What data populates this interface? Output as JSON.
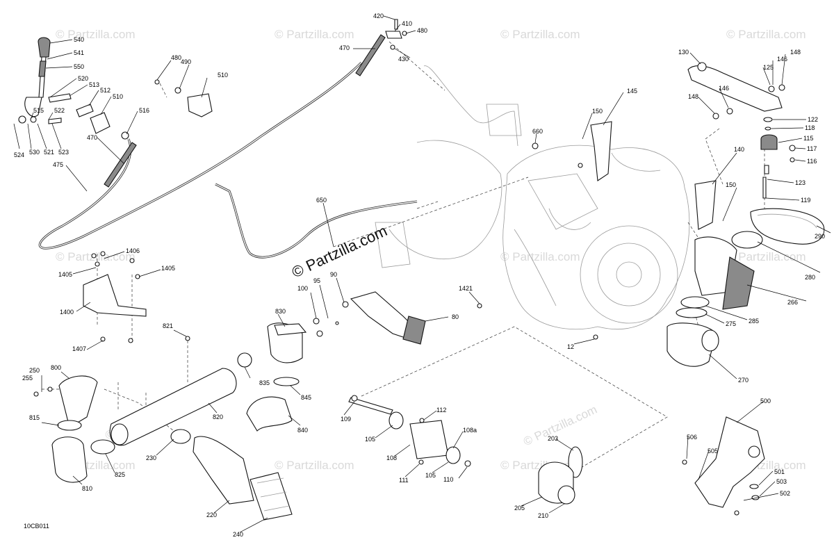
{
  "watermark": {
    "text": "© Partzilla.com",
    "main_text": "© Partzilla.com"
  },
  "diagram_id": "10CB011",
  "callouts": [
    {
      "id": "540",
      "text": "540"
    },
    {
      "id": "541",
      "text": "541"
    },
    {
      "id": "550",
      "text": "550"
    },
    {
      "id": "520",
      "text": "520"
    },
    {
      "id": "513",
      "text": "513"
    },
    {
      "id": "512",
      "text": "512"
    },
    {
      "id": "510a",
      "text": "510"
    },
    {
      "id": "516",
      "text": "516"
    },
    {
      "id": "522",
      "text": "522"
    },
    {
      "id": "515",
      "text": "515"
    },
    {
      "id": "524",
      "text": "524"
    },
    {
      "id": "530",
      "text": "530"
    },
    {
      "id": "521",
      "text": "521"
    },
    {
      "id": "523",
      "text": "523"
    },
    {
      "id": "470a",
      "text": "470"
    },
    {
      "id": "475",
      "text": "475"
    },
    {
      "id": "480a",
      "text": "480"
    },
    {
      "id": "490",
      "text": "490"
    },
    {
      "id": "510b",
      "text": "510"
    },
    {
      "id": "420",
      "text": "420"
    },
    {
      "id": "410",
      "text": "410"
    },
    {
      "id": "480b",
      "text": "480"
    },
    {
      "id": "470b",
      "text": "470"
    },
    {
      "id": "430",
      "text": "430"
    },
    {
      "id": "130",
      "text": "130"
    },
    {
      "id": "148a",
      "text": "148"
    },
    {
      "id": "146a",
      "text": "146"
    },
    {
      "id": "125",
      "text": "125"
    },
    {
      "id": "146b",
      "text": "146"
    },
    {
      "id": "148b",
      "text": "148"
    },
    {
      "id": "145",
      "text": "145"
    },
    {
      "id": "150a",
      "text": "150"
    },
    {
      "id": "660",
      "text": "660"
    },
    {
      "id": "122",
      "text": "122"
    },
    {
      "id": "118",
      "text": "118"
    },
    {
      "id": "115",
      "text": "115"
    },
    {
      "id": "117",
      "text": "117"
    },
    {
      "id": "116",
      "text": "116"
    },
    {
      "id": "140",
      "text": "140"
    },
    {
      "id": "123",
      "text": "123"
    },
    {
      "id": "150b",
      "text": "150"
    },
    {
      "id": "119",
      "text": "119"
    },
    {
      "id": "290",
      "text": "290"
    },
    {
      "id": "280",
      "text": "280"
    },
    {
      "id": "266",
      "text": "266"
    },
    {
      "id": "285",
      "text": "285"
    },
    {
      "id": "275",
      "text": "275"
    },
    {
      "id": "270",
      "text": "270"
    },
    {
      "id": "12",
      "text": "12"
    },
    {
      "id": "650",
      "text": "650"
    },
    {
      "id": "1406",
      "text": "1406"
    },
    {
      "id": "1405a",
      "text": "1405"
    },
    {
      "id": "1405b",
      "text": "1405"
    },
    {
      "id": "1400",
      "text": "1400"
    },
    {
      "id": "1407",
      "text": "1407"
    },
    {
      "id": "100",
      "text": "100"
    },
    {
      "id": "95",
      "text": "95"
    },
    {
      "id": "90",
      "text": "90"
    },
    {
      "id": "80",
      "text": "80"
    },
    {
      "id": "1421",
      "text": "1421"
    },
    {
      "id": "821",
      "text": "821"
    },
    {
      "id": "830",
      "text": "830"
    },
    {
      "id": "835",
      "text": "835"
    },
    {
      "id": "845",
      "text": "845"
    },
    {
      "id": "840",
      "text": "840"
    },
    {
      "id": "820",
      "text": "820"
    },
    {
      "id": "250",
      "text": "250"
    },
    {
      "id": "255",
      "text": "255"
    },
    {
      "id": "800",
      "text": "800"
    },
    {
      "id": "815",
      "text": "815"
    },
    {
      "id": "810",
      "text": "810"
    },
    {
      "id": "825",
      "text": "825"
    },
    {
      "id": "230",
      "text": "230"
    },
    {
      "id": "220",
      "text": "220"
    },
    {
      "id": "240",
      "text": "240"
    },
    {
      "id": "109",
      "text": "109"
    },
    {
      "id": "112",
      "text": "112"
    },
    {
      "id": "108a",
      "text": "108a"
    },
    {
      "id": "105a",
      "text": "105"
    },
    {
      "id": "108",
      "text": "108"
    },
    {
      "id": "111",
      "text": "111"
    },
    {
      "id": "105b",
      "text": "105"
    },
    {
      "id": "110",
      "text": "110"
    },
    {
      "id": "203",
      "text": "203"
    },
    {
      "id": "205",
      "text": "205"
    },
    {
      "id": "210",
      "text": "210"
    },
    {
      "id": "500",
      "text": "500"
    },
    {
      "id": "506",
      "text": "506"
    },
    {
      "id": "505",
      "text": "505"
    },
    {
      "id": "501",
      "text": "501"
    },
    {
      "id": "503",
      "text": "503"
    },
    {
      "id": "502",
      "text": "502"
    }
  ]
}
